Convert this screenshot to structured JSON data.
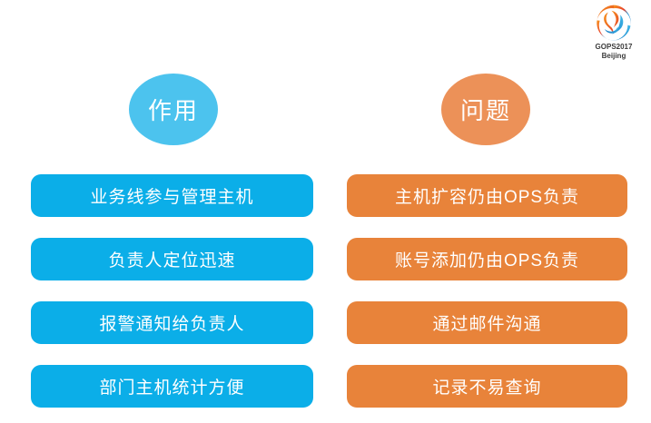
{
  "logo": {
    "icon": "gops-swirl-logo-icon",
    "line1": "GOPS2017",
    "line2": "Beijing",
    "colors": {
      "orange": "#ED6A23",
      "red": "#E8412B",
      "blue_dark": "#1B75BB",
      "blue_light": "#41B6E6"
    }
  },
  "columns": [
    {
      "id": "benefits",
      "heading": "作用",
      "accent": "#0baee8",
      "heading_accent": "#4cc3ee",
      "items": [
        "业务线参与管理主机",
        "负责人定位迅速",
        "报警通知给负责人",
        "部门主机统计方便"
      ]
    },
    {
      "id": "problems",
      "heading": "问题",
      "accent": "#e8833a",
      "heading_accent": "#ec9158",
      "items": [
        "主机扩容仍由OPS负责",
        "账号添加仍由OPS负责",
        "通过邮件沟通",
        "记录不易查询"
      ]
    }
  ]
}
